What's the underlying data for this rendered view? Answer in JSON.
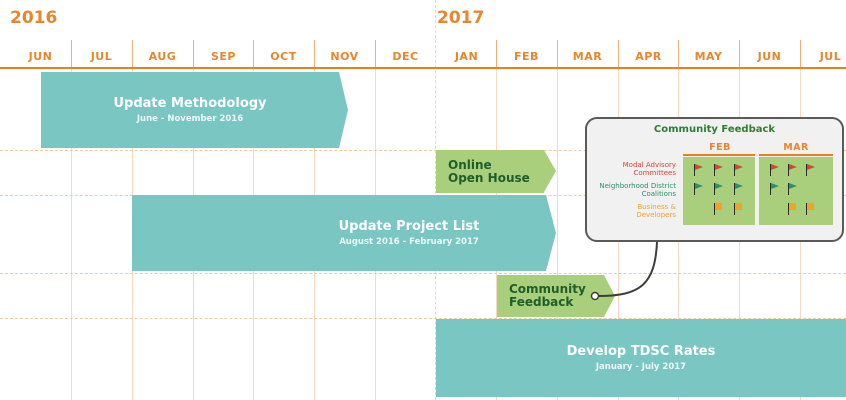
{
  "years": [
    "2016",
    "2017"
  ],
  "months": [
    "JUN",
    "JUL",
    "AUG",
    "SEP",
    "OCT",
    "NOV",
    "DEC",
    "JAN",
    "FEB",
    "MAR",
    "APR",
    "MAY",
    "JUN",
    "JUL"
  ],
  "phases": [
    {
      "title": "Update Methodology",
      "dates": "June - November 2016"
    },
    {
      "title": "Update Project List",
      "dates": "August 2016 - February 2017"
    },
    {
      "title": "Develop TDSC Rates",
      "dates": "January - July 2017"
    }
  ],
  "milestones": [
    {
      "line1": "Online",
      "line2": "Open House"
    },
    {
      "line1": "Community",
      "line2": "Feedback"
    }
  ],
  "callout": {
    "title": "Community Feedback",
    "months": [
      "FEB",
      "MAR"
    ],
    "rows": [
      {
        "label_line1": "Modal Advisory",
        "label_line2": "Committees",
        "color": "#d9443a"
      },
      {
        "label_line1": "Neighborhood District",
        "label_line2": "Coalitions",
        "color": "#2f8f6a"
      },
      {
        "label_line1": "Business &",
        "label_line2": "Developers",
        "color": "#f0a22a"
      }
    ]
  },
  "colors": {
    "accent": "#e8862c",
    "phase": "#79c6c3",
    "milestone": "#a9cf7c"
  }
}
